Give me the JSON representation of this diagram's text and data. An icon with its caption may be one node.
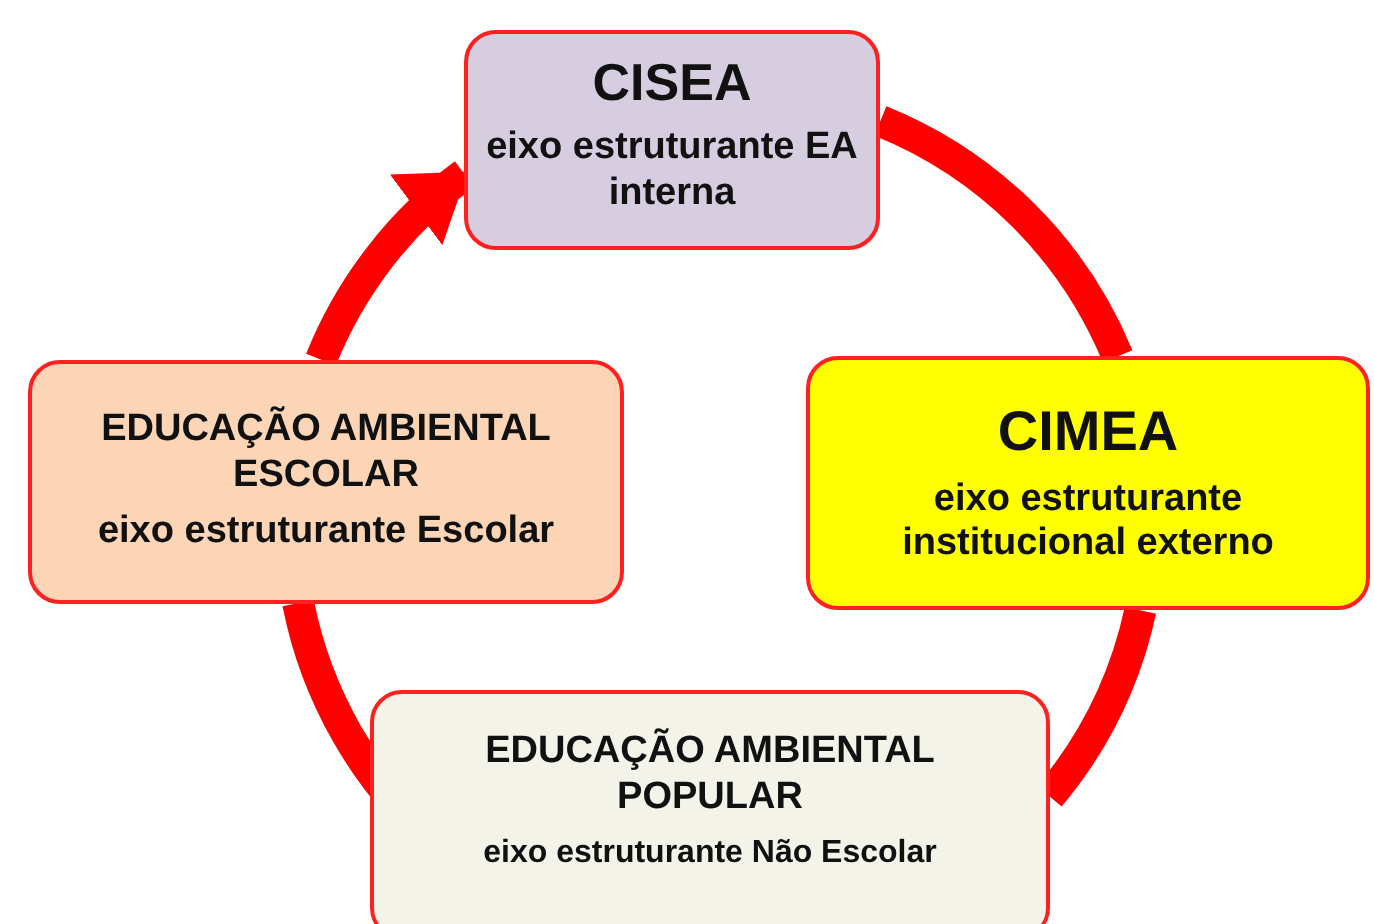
{
  "diagram": {
    "nodes": [
      {
        "text": [
          "CISEA",
          "eixo estruturante EA interna"
        ]
      },
      {
        "text": [
          "CIMEA",
          "eixo estruturante institucional externo"
        ]
      },
      {
        "text": [
          "EDUCAÇÃO AMBIENTAL POPULAR",
          "eixo estruturante Não Escolar"
        ]
      },
      {
        "text": [
          "EDUCAÇÃO AMBIENTAL ESCOLAR",
          "eixo estruturante Escolar"
        ]
      }
    ],
    "edges": [
      {
        "from": 0,
        "to": 1,
        "arrow": "none"
      },
      {
        "from": 1,
        "to": 2,
        "arrow": "none"
      },
      {
        "from": 2,
        "to": 3,
        "arrow": "none"
      },
      {
        "from": 3,
        "to": 0,
        "arrow": "to"
      }
    ]
  }
}
